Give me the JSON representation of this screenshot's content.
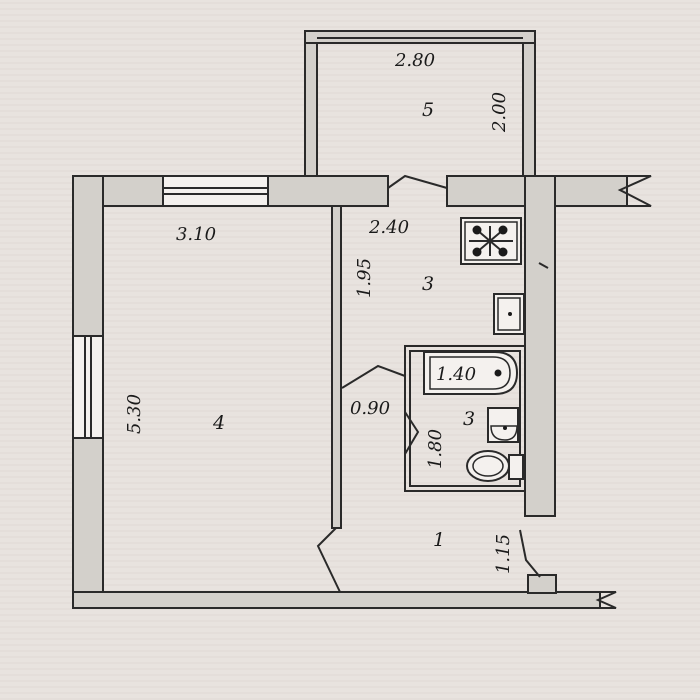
{
  "labels": {
    "balcony_width": "2.80",
    "balcony_depth": "2.00",
    "balcony_room": "5",
    "living_width": "3.10",
    "living_length": "5.30",
    "living_room": "4",
    "kitchen_width": "2.40",
    "kitchen_length": "1.95",
    "kitchen_room": "3",
    "hall_width": "0.90",
    "bath_width": "1.40",
    "bath_length": "1.80",
    "bath_room": "3",
    "entry_room": "1",
    "entry_length": "1.15"
  },
  "colors": {
    "background": "#e8e3df",
    "wall_fill": "#d3d0cb",
    "outline": "#2a2a2a"
  }
}
